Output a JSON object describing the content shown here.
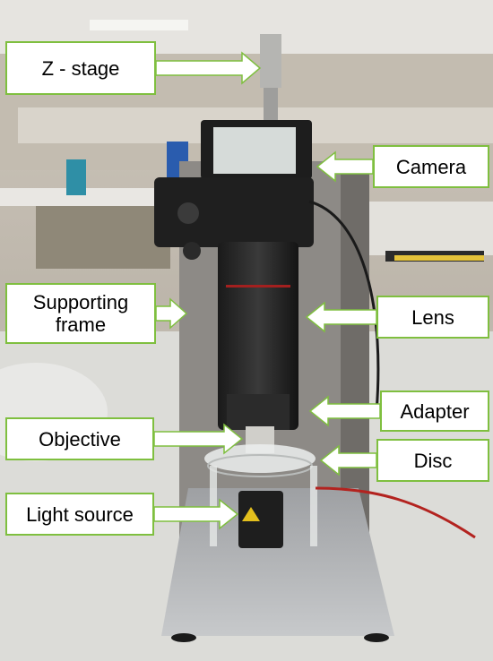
{
  "labels": {
    "z_stage": "Z - stage",
    "camera": "Camera",
    "supporting_frame": "Supporting\nframe",
    "lens": "Lens",
    "adapter": "Adapter",
    "objective": "Objective",
    "disc": "Disc",
    "light_source": "Light source"
  },
  "colors": {
    "label_border": "#7fbf3f",
    "arrow_fill": "#ffffff",
    "arrow_stroke": "#7fbf3f"
  }
}
